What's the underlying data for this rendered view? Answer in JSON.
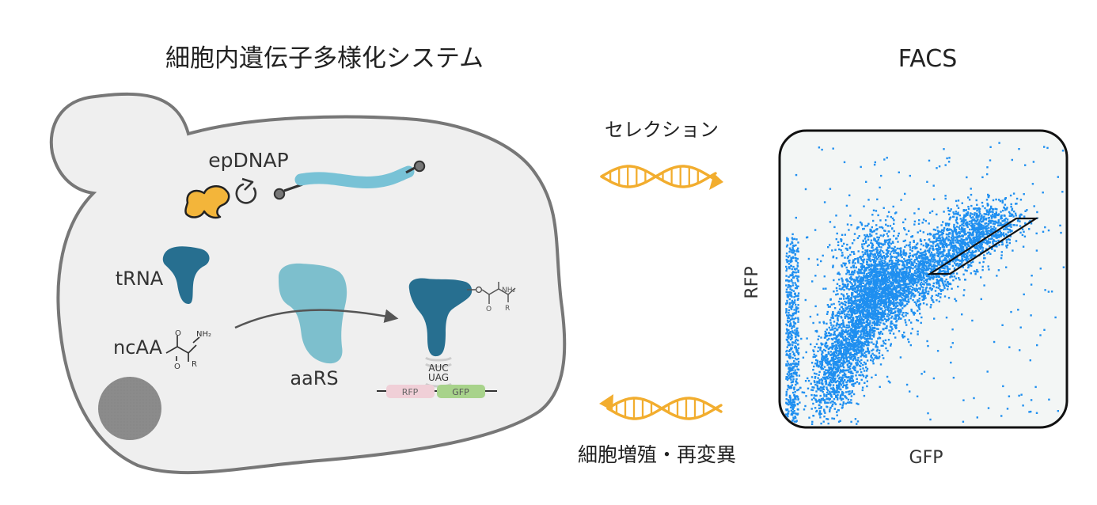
{
  "titles": {
    "left": "細胞内遺伝子多様化システム",
    "right": "FACS"
  },
  "cell_labels": {
    "epdnap": "epDNAP",
    "trna": "tRNA",
    "ncaa": "ncAA",
    "aars": "aaRS",
    "anticodon": "AUC",
    "codon": "UAG",
    "rfp_gene": "RFP",
    "gfp_gene": "GFP"
  },
  "chem": {
    "nh2": "NH₂",
    "o": "O",
    "r": "R"
  },
  "flow": {
    "selection": "セレクション",
    "regrowth": "細胞増殖・再変異"
  },
  "facs_plot": {
    "xlabel": "GFP",
    "ylabel": "RFP",
    "point_color": "#1f8ff0",
    "gate_color": "#111111"
  },
  "colors": {
    "cell_fill": "#efefef",
    "cell_outline": "#777777",
    "nucleus": "#8c8c8c",
    "polymerase": "#f3b53a",
    "plasmid": "#78c2d6",
    "trna": "#276f90",
    "aars": "#7dbfcd",
    "helix": "#f2ad2e",
    "rfp_box": "#f0cfd7",
    "gfp_box": "#a8d38b"
  },
  "icons": {
    "cycle": "clockwise-cycle-icon",
    "pathway": "curved-right-arrow-icon"
  }
}
